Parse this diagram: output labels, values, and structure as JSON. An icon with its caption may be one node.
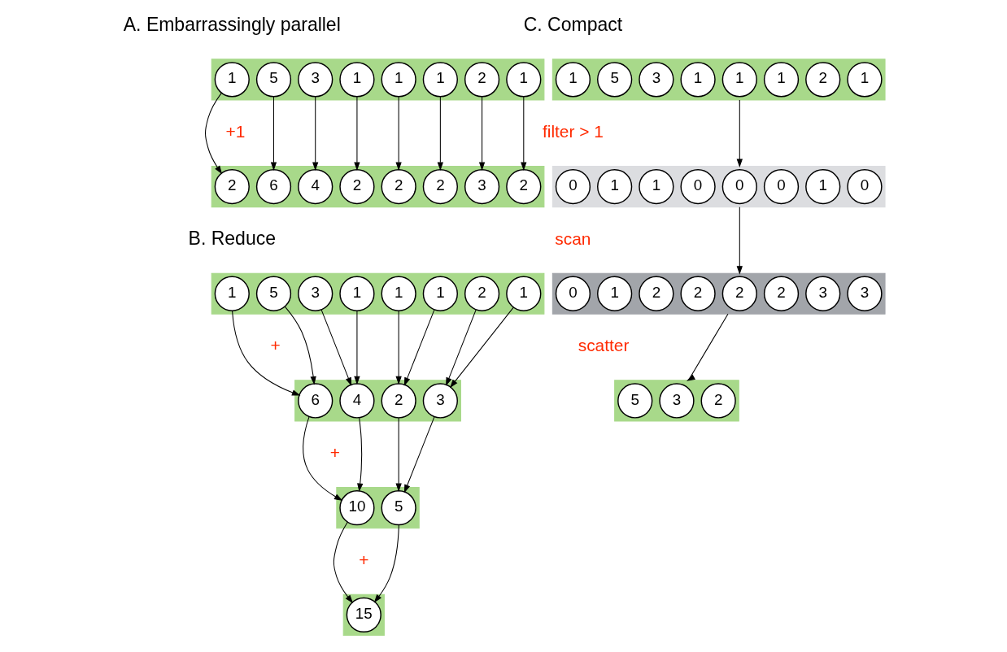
{
  "diagram": {
    "nodes": [
      {
        "text": [],
        "shape": "bar"
      },
      {
        "text": [
          "1"
        ],
        "in": 0
      },
      {
        "text": [
          "5"
        ],
        "in": 0
      },
      {
        "text": [
          "3"
        ],
        "in": 0
      },
      {
        "text": [
          "1"
        ],
        "in": 0
      },
      {
        "text": [
          "1"
        ],
        "in": 0
      },
      {
        "text": [
          "1"
        ],
        "in": 0
      },
      {
        "text": [
          "2"
        ],
        "in": 0
      },
      {
        "text": [
          "1"
        ],
        "in": 0
      },
      {
        "text": [],
        "shape": "bar"
      },
      {
        "text": [
          "2"
        ],
        "in": 9
      },
      {
        "text": [
          "6"
        ],
        "in": 9
      },
      {
        "text": [
          "4"
        ],
        "in": 9
      },
      {
        "text": [
          "2"
        ],
        "in": 9
      },
      {
        "text": [
          "2"
        ],
        "in": 9
      },
      {
        "text": [
          "2"
        ],
        "in": 9
      },
      {
        "text": [
          "3"
        ],
        "in": 9
      },
      {
        "text": [
          "2"
        ],
        "in": 9
      },
      {
        "text": [],
        "shape": "bar"
      },
      {
        "text": [
          "1"
        ],
        "in": 18
      },
      {
        "text": [
          "5"
        ],
        "in": 18
      },
      {
        "text": [
          "3"
        ],
        "in": 18
      },
      {
        "text": [
          "1"
        ],
        "in": 18
      },
      {
        "text": [
          "1"
        ],
        "in": 18
      },
      {
        "text": [
          "1"
        ],
        "in": 18
      },
      {
        "text": [
          "2"
        ],
        "in": 18
      },
      {
        "text": [
          "1"
        ],
        "in": 18
      },
      {
        "text": [],
        "shape": "bar"
      },
      {
        "text": [
          "6"
        ],
        "in": 27
      },
      {
        "text": [
          "4"
        ],
        "in": 27
      },
      {
        "text": [
          "2"
        ],
        "in": 27
      },
      {
        "text": [
          "3"
        ],
        "in": 27
      },
      {
        "text": [],
        "shape": "bar"
      },
      {
        "text": [
          "10"
        ],
        "in": 32
      },
      {
        "text": [
          "5"
        ],
        "in": 32
      },
      {
        "text": [],
        "shape": "bar"
      },
      {
        "text": [
          "15"
        ],
        "in": 35
      },
      {
        "text": [],
        "shape": "bar"
      },
      {
        "text": [
          "1"
        ],
        "in": 37
      },
      {
        "text": [
          "5"
        ],
        "in": 37
      },
      {
        "text": [
          "3"
        ],
        "in": 37
      },
      {
        "text": [
          "1"
        ],
        "in": 37
      },
      {
        "text": [
          "1"
        ],
        "in": 37
      },
      {
        "text": [
          "1"
        ],
        "in": 37
      },
      {
        "text": [
          "2"
        ],
        "in": 37
      },
      {
        "text": [
          "1"
        ],
        "in": 37
      },
      {
        "text": [],
        "shape": "bar"
      },
      {
        "text": [
          "0"
        ],
        "in": 46
      },
      {
        "text": [
          "1"
        ],
        "in": 46
      },
      {
        "text": [
          "1"
        ],
        "in": 46
      },
      {
        "text": [
          "0"
        ],
        "in": 46
      },
      {
        "text": [
          "0"
        ],
        "in": 46
      },
      {
        "text": [
          "0"
        ],
        "in": 46
      },
      {
        "text": [
          "1"
        ],
        "in": 46
      },
      {
        "text": [
          "0"
        ],
        "in": 46
      },
      {
        "text": [],
        "shape": "bar"
      },
      {
        "text": [
          "0"
        ],
        "in": 55
      },
      {
        "text": [
          "1"
        ],
        "in": 55
      },
      {
        "text": [
          "2"
        ],
        "in": 55
      },
      {
        "text": [
          "2"
        ],
        "in": 55
      },
      {
        "text": [
          "2"
        ],
        "in": 55
      },
      {
        "text": [
          "2"
        ],
        "in": 55
      },
      {
        "text": [
          "3"
        ],
        "in": 55
      },
      {
        "text": [
          "3"
        ],
        "in": 55
      },
      {
        "text": [],
        "shape": "bar"
      },
      {
        "text": [
          "5"
        ],
        "in": 64
      },
      {
        "text": [
          "3"
        ],
        "in": 64
      },
      {
        "text": [
          "2"
        ],
        "in": 64
      }
    ],
    "edges": [
      {
        "from": 1,
        "to": 10,
        "arrow": "to"
      },
      {
        "from": 2,
        "to": 11,
        "arrow": "to"
      },
      {
        "from": 3,
        "to": 12,
        "arrow": "to"
      },
      {
        "from": 4,
        "to": 13,
        "arrow": "to"
      },
      {
        "from": 5,
        "to": 14,
        "arrow": "to"
      },
      {
        "from": 6,
        "to": 15,
        "arrow": "to"
      },
      {
        "from": 7,
        "to": 16,
        "arrow": "to"
      },
      {
        "from": 8,
        "to": 17,
        "arrow": "to"
      },
      {
        "from": 19,
        "to": 28,
        "arrow": "to"
      },
      {
        "from": 20,
        "to": 28,
        "arrow": "to"
      },
      {
        "from": 21,
        "to": 29,
        "arrow": "to"
      },
      {
        "from": 22,
        "to": 29,
        "arrow": "to"
      },
      {
        "from": 23,
        "to": 30,
        "arrow": "to"
      },
      {
        "from": 24,
        "to": 30,
        "arrow": "to"
      },
      {
        "from": 25,
        "to": 31,
        "arrow": "to"
      },
      {
        "from": 26,
        "to": 31,
        "arrow": "to"
      },
      {
        "from": 28,
        "to": 33,
        "arrow": "to"
      },
      {
        "from": 29,
        "to": 33,
        "arrow": "to"
      },
      {
        "from": 30,
        "to": 34,
        "arrow": "to"
      },
      {
        "from": 31,
        "to": 34,
        "arrow": "to"
      },
      {
        "from": 33,
        "to": 36,
        "arrow": "to"
      },
      {
        "from": 34,
        "to": 36,
        "arrow": "to"
      },
      {
        "from": 37,
        "to": 46,
        "arrow": "to"
      },
      {
        "from": 46,
        "to": 55,
        "arrow": "to"
      },
      {
        "from": 55,
        "to": 64,
        "arrow": "to"
      }
    ],
    "labels": [
      "A. Embarrassingly parallel",
      "+1",
      "B. Reduce",
      "+",
      "+",
      "+",
      "C. Compact",
      "filter > 1",
      "scan",
      "scatter"
    ]
  }
}
